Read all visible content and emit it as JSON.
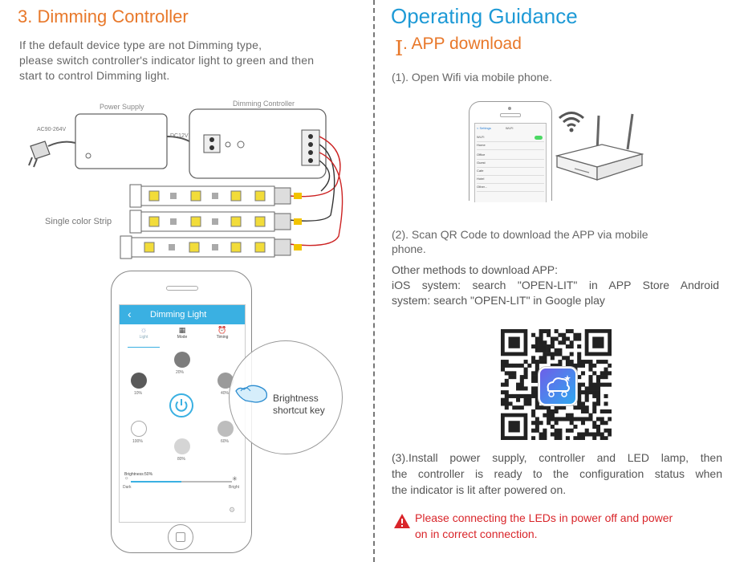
{
  "left": {
    "title": "3. Dimming Controller",
    "intro": [
      "If the default device type are not Dimming type,",
      "please switch controller's indicator light to green and then",
      "start to control Dimming light."
    ],
    "wiring": {
      "power_supply_label": "Power Supply",
      "controller_label": "Dimming Controller",
      "ac_label": "AC90-264V",
      "dc_label": "DC12V",
      "strip_label": "Single color Strip"
    },
    "phone": {
      "header": "Dimming Light",
      "tabs": [
        "Light",
        "Mode",
        "Timing"
      ],
      "presets": [
        "20%",
        "10%",
        "40%",
        "100%",
        "60%",
        "80%"
      ],
      "brightness_label": "Brightness:50%",
      "dark_label": "Dark",
      "bright_label": "Bright",
      "callout": [
        "Brightness",
        "shortcut key"
      ]
    }
  },
  "right": {
    "title": "Operating Guidance",
    "roman": "I",
    "subtitle": ". APP download",
    "step1": "(1). Open Wifi via mobile phone.",
    "wifi_screen": {
      "back": "< Settings",
      "title": "Wi-Fi",
      "rows": [
        "Wi-Fi",
        "Home",
        "Office",
        "Guest",
        "Cafe",
        "Hotel",
        "Other..."
      ]
    },
    "step2": [
      "(2). Scan QR Code to download the APP via mobile",
      "phone."
    ],
    "other_methods": [
      "Other methods to download APP:",
      "iOS system: search \"OPEN-LIT\" in APP Store Android",
      "system: search \"OPEN-LIT\" in Google play"
    ],
    "step3": [
      "(3).Install power supply, controller and LED lamp, then",
      "the controller is ready to the configuration status when",
      "the indicator is lit after powered on."
    ],
    "warning": [
      "Please connecting the LEDs in power off and power",
      "on in correct connection."
    ]
  },
  "colors": {
    "orange": "#e8782a",
    "blue": "#1e9ad6",
    "warning_red": "#d9252a",
    "app_header": "#3ab0e2"
  }
}
